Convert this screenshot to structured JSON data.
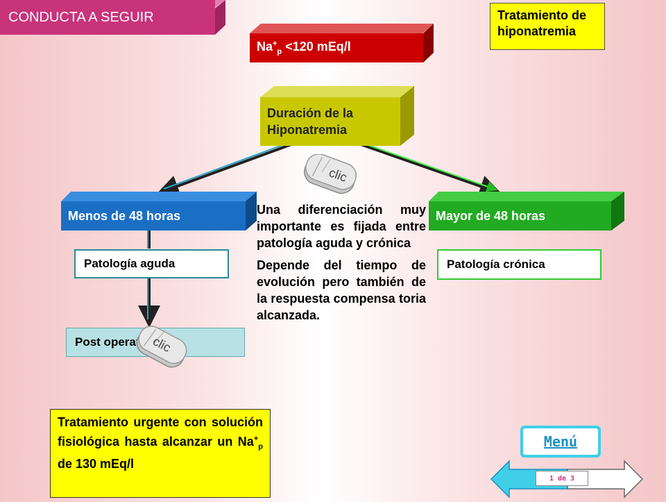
{
  "header": {
    "label": "CONDUCTA A SEGUIR"
  },
  "title": {
    "label": "Tratamiento de hiponatremia"
  },
  "top_box": {
    "prefix": "Na",
    "sup": "+",
    "sub": "p",
    "suffix": " <120 mEq/l"
  },
  "duration_box": {
    "line1": "Duración de la",
    "line2": "Hiponatremia"
  },
  "left_branch": {
    "label": "Menos de 48 horas"
  },
  "right_branch": {
    "label": "Mayor de 48 horas"
  },
  "left_sub": {
    "label": "Patología aguda"
  },
  "right_sub": {
    "label": "Patología crónica"
  },
  "post_box": {
    "label": "Post operatorio"
  },
  "center_text": {
    "p1": "Una diferenciación muy importante es fijada entre patología aguda y crónica",
    "p2": "Depende del tiempo de evolución pero también de la respuesta compensa toria alcanzada."
  },
  "treatment_box": {
    "line1": "Tratamiento urgente con solución fisiológica hasta alcanzar un Na",
    "sup": "+",
    "sub": "p",
    "line2": " de 130 mEq/l"
  },
  "mouse_labels": {
    "top": "clic",
    "bottom": "clic"
  },
  "menu_button": {
    "label": "Menú"
  },
  "pager": {
    "label": "1 de 3"
  },
  "colors": {
    "header": "#c8337a",
    "title_bg": "#ffff00",
    "top_box": "#cc0000",
    "duration_box": "#c8c800",
    "left_branch": "#1a6fc4",
    "right_branch": "#22aa22",
    "post_box": "#b7e1e4",
    "treatment_box": "#ffff00",
    "menu_border": "#3fd0e8"
  }
}
